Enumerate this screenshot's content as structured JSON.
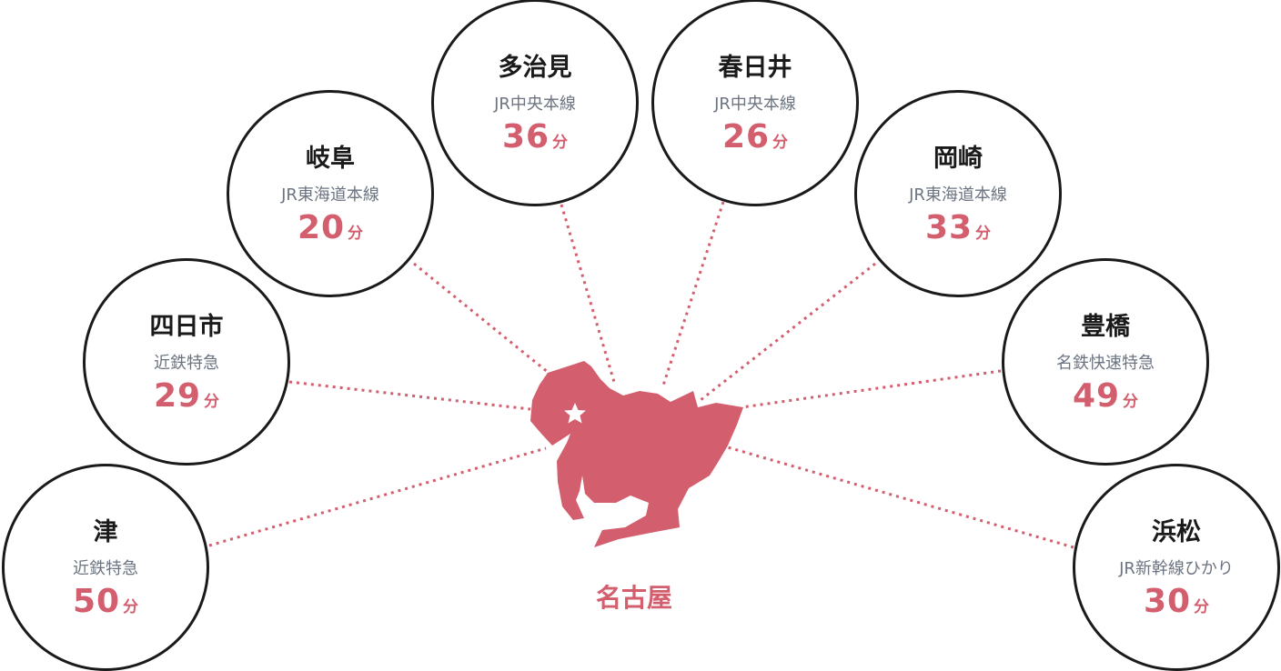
{
  "accent_color": "#d35e6e",
  "center": {
    "name": "名古屋",
    "icon": "star-icon"
  },
  "unit": "分",
  "destinations": [
    {
      "name": "津",
      "line": "近鉄特急",
      "minutes": "50"
    },
    {
      "name": "四日市",
      "line": "近鉄特急",
      "minutes": "29"
    },
    {
      "name": "岐阜",
      "line": "JR東海道本線",
      "minutes": "20"
    },
    {
      "name": "多治見",
      "line": "JR中央本線",
      "minutes": "36"
    },
    {
      "name": "春日井",
      "line": "JR中央本線",
      "minutes": "26"
    },
    {
      "name": "岡崎",
      "line": "JR東海道本線",
      "minutes": "33"
    },
    {
      "name": "豊橋",
      "line": "名鉄快速特急",
      "minutes": "49"
    },
    {
      "name": "浜松",
      "line": "JR新幹線ひかり",
      "minutes": "30"
    }
  ]
}
